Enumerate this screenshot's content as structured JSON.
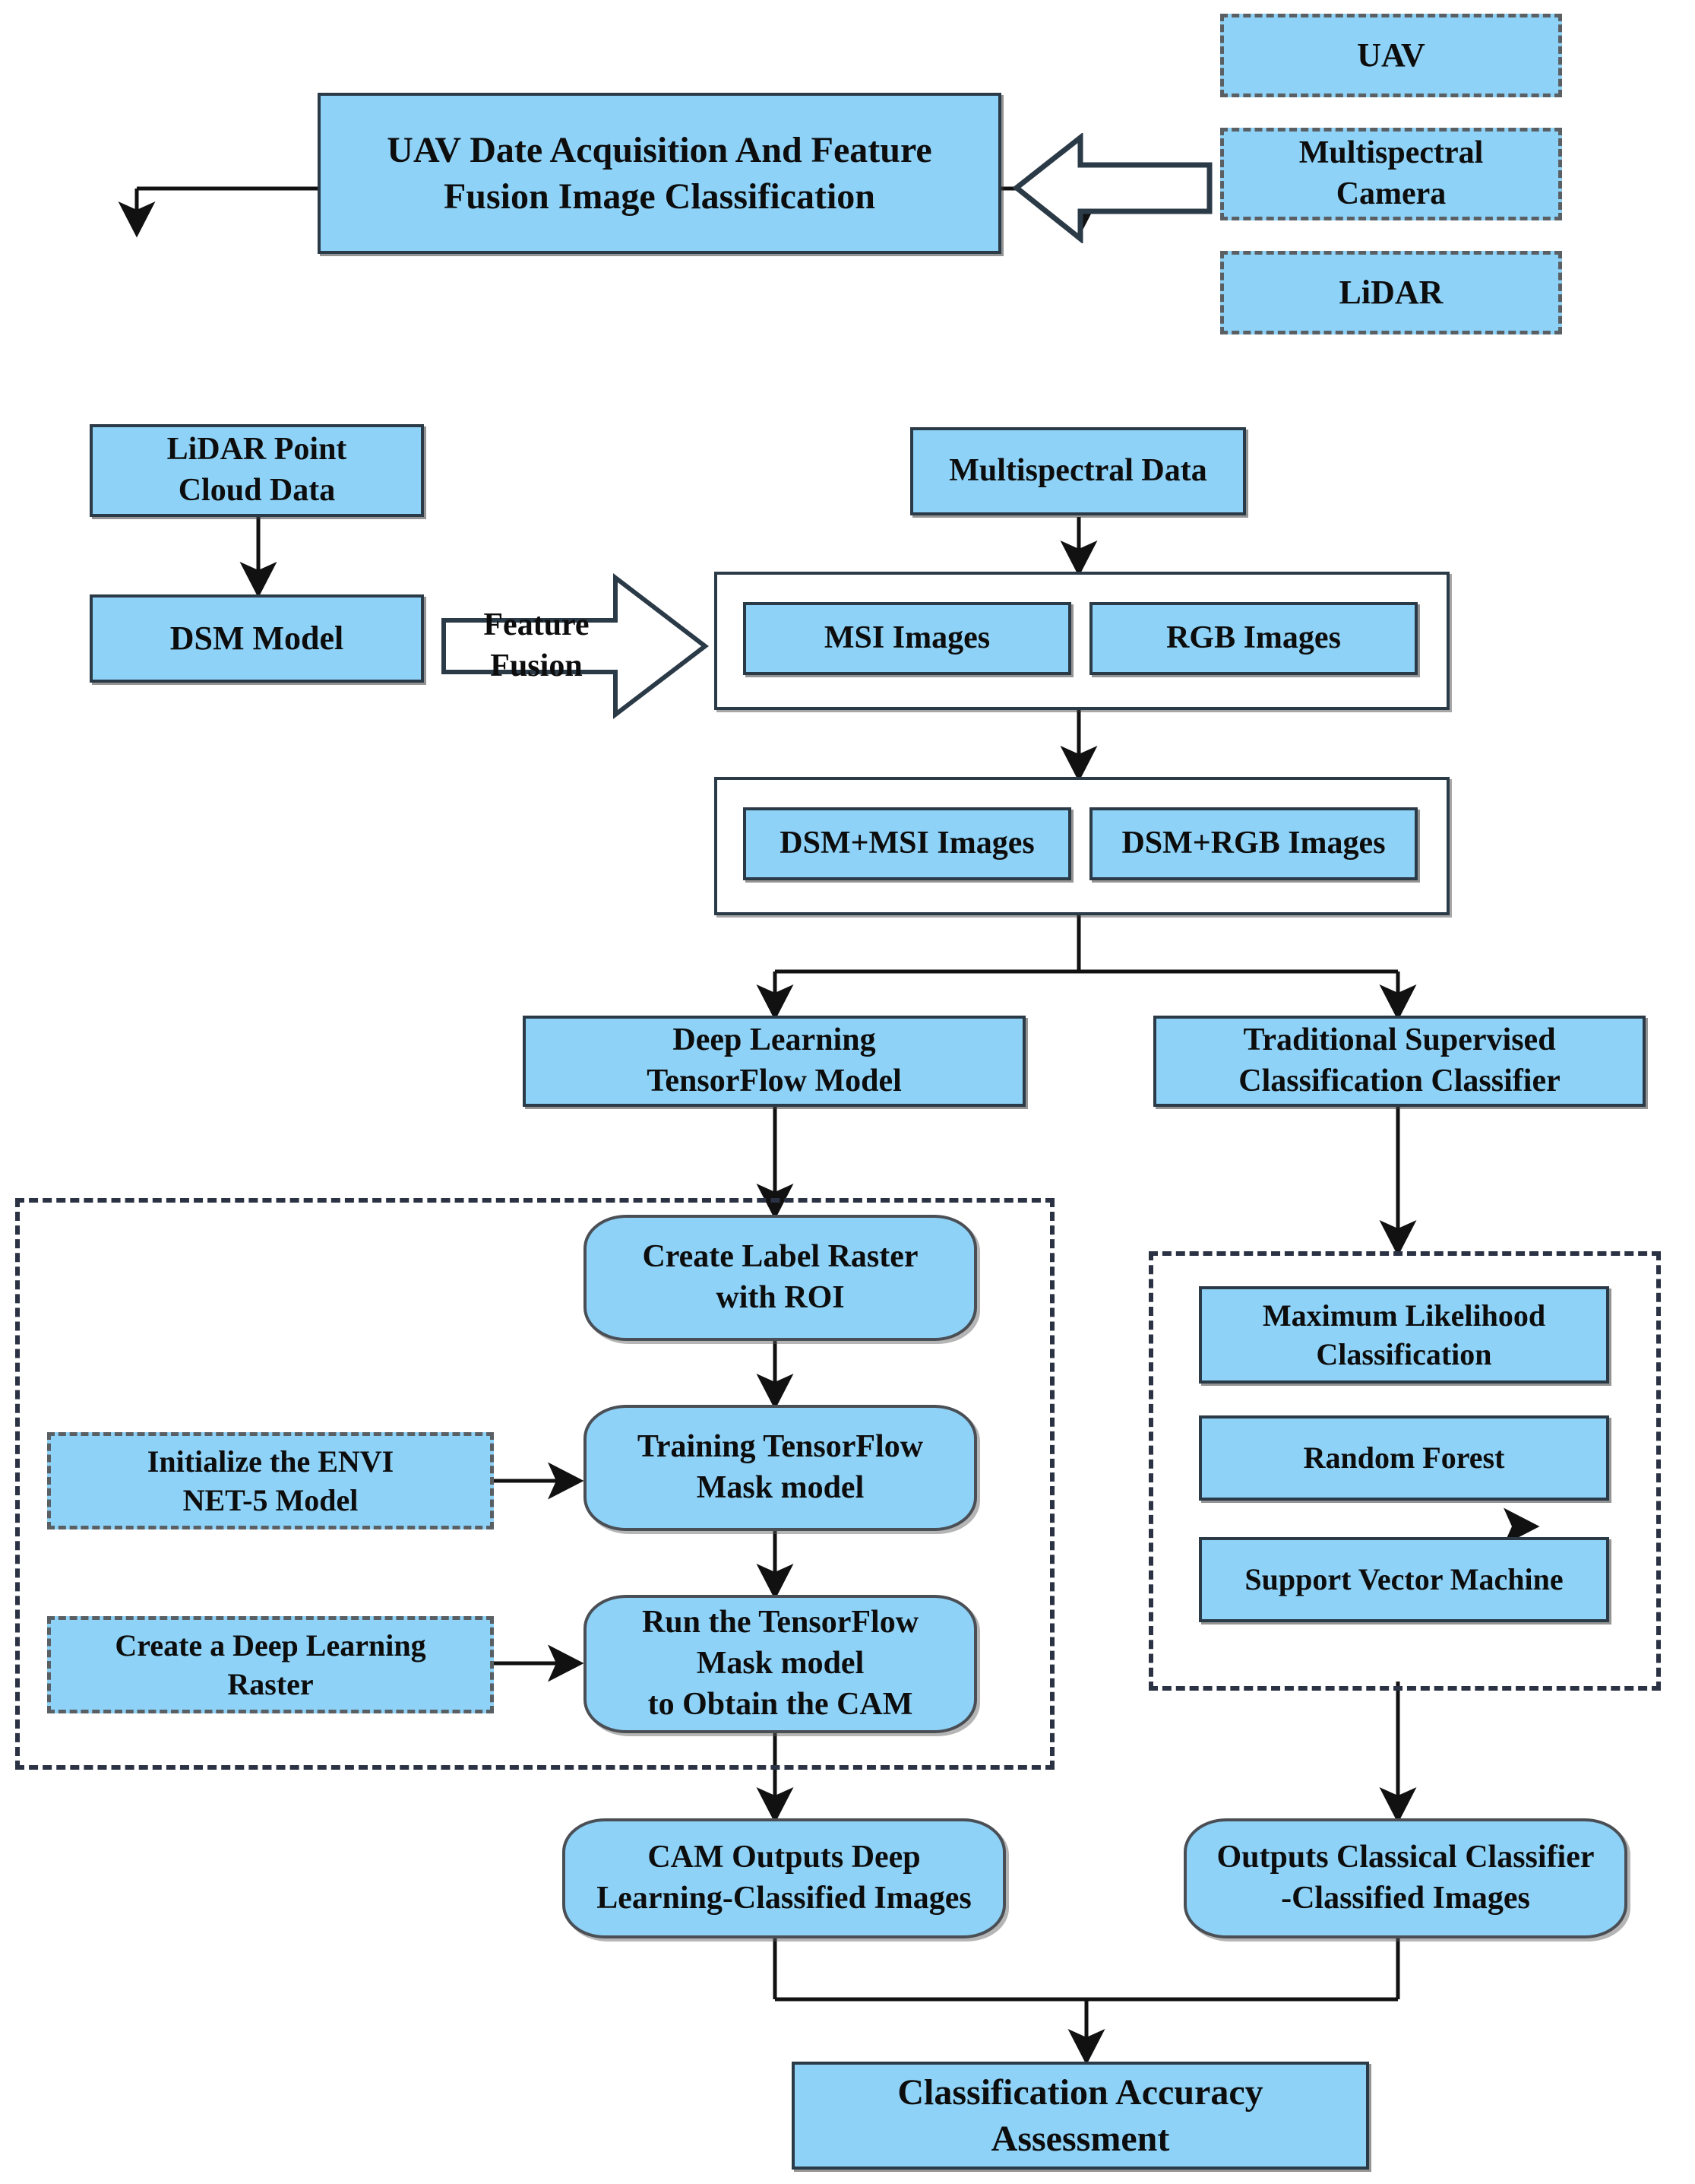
{
  "diagram": {
    "title": "UAV Date Acquisition And Feature Fusion Image Classification",
    "accent_fill": "#8ed2f7",
    "outline_color": "#2b3a47",
    "background": "#ffffff"
  },
  "nodes": {
    "title_box": "UAV Date Acquisition And Feature\nFusion Image Classification",
    "sensor_uav": "UAV",
    "sensor_camera": "Multispectral\nCamera",
    "sensor_lidar": "LiDAR",
    "lidar_point_cloud": "LiDAR Point\nCloud Data",
    "dsm_model": "DSM Model",
    "feature_fusion_arrow": "Feature Fusion",
    "multispectral_data": "Multispectral Data",
    "msi_images": "MSI Images",
    "rgb_images": "RGB Images",
    "dsm_msi_images": "DSM+MSI Images",
    "dsm_rgb_images": "DSM+RGB Images",
    "deep_learning_model": "Deep Learning\nTensorFlow Model",
    "traditional_classifier": "Traditional Supervised\nClassification Classifier",
    "create_label_raster": "Create Label Raster\nwith ROI",
    "training_mask_model": "Training TensorFlow\nMask model",
    "run_mask_model": "Run the TensorFlow\nMask model\nto Obtain the CAM",
    "initialize_envi": "Initialize the ENVI\nNET-5 Model",
    "create_dl_raster": "Create a Deep Learning\nRaster",
    "max_likelihood": "Maximum Likelihood\nClassification",
    "random_forest": "Random Forest",
    "svm": "Support Vector Machine",
    "cam_outputs": "CAM Outputs Deep\nLearning-Classified Images",
    "classical_outputs": "Outputs Classical Classifier\n-Classified Images",
    "accuracy_assessment": "Classification Accuracy\nAssessment"
  }
}
